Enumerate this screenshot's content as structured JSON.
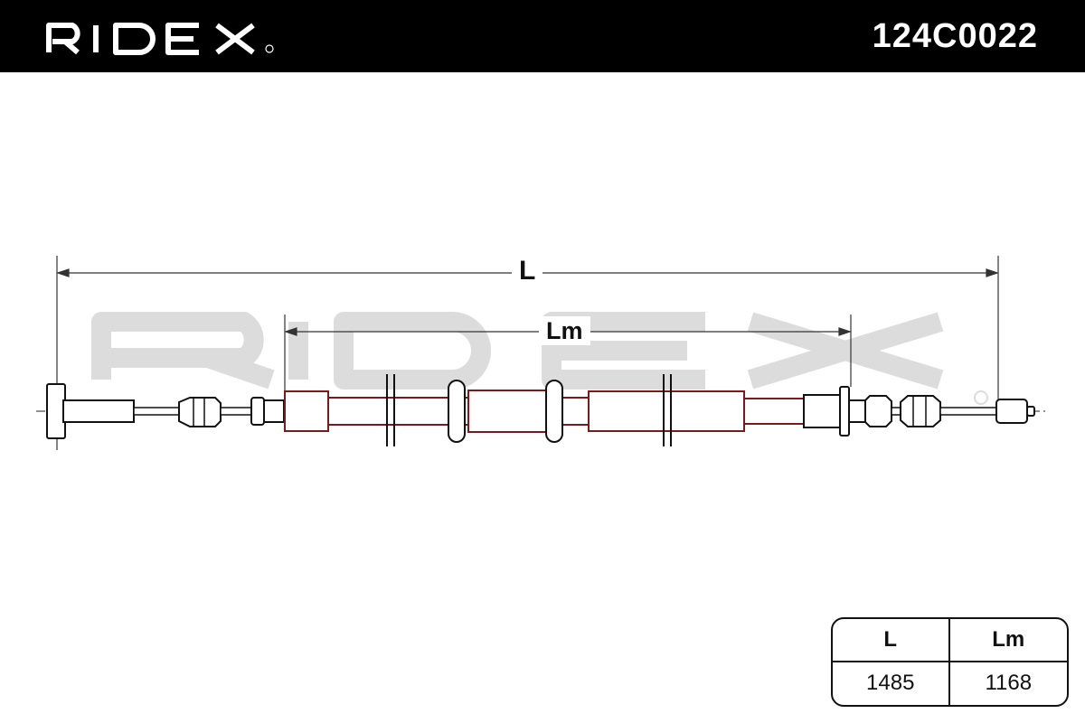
{
  "header": {
    "brand": "RIDEX",
    "part_number": "124C0022",
    "background": "#000000",
    "text_color": "#ffffff"
  },
  "drawing": {
    "subject": "parking brake cable",
    "dimension_labels": {
      "overall": "L",
      "sheath": "Lm"
    },
    "watermark": "RIDEX",
    "line_color": "#111111",
    "sheath_color": "#7a1a1a",
    "watermark_color": "#d9d9d9"
  },
  "specs": {
    "columns": [
      "L",
      "Lm"
    ],
    "values": [
      "1485",
      "1168"
    ]
  }
}
